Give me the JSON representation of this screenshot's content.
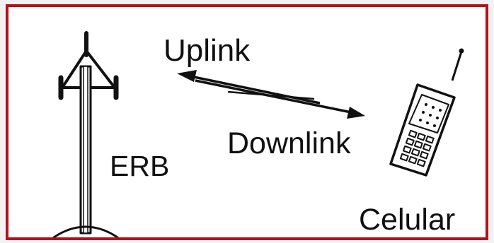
{
  "labels": {
    "uplink": "Uplink",
    "downlink": "Downlink",
    "base_station": "ERB",
    "phone": "Celular"
  },
  "colors": {
    "border": "#b1121b",
    "ink": "#111111",
    "background": "#ffffff"
  },
  "icons": [
    "antenna-tower-icon",
    "mobile-phone-icon"
  ]
}
